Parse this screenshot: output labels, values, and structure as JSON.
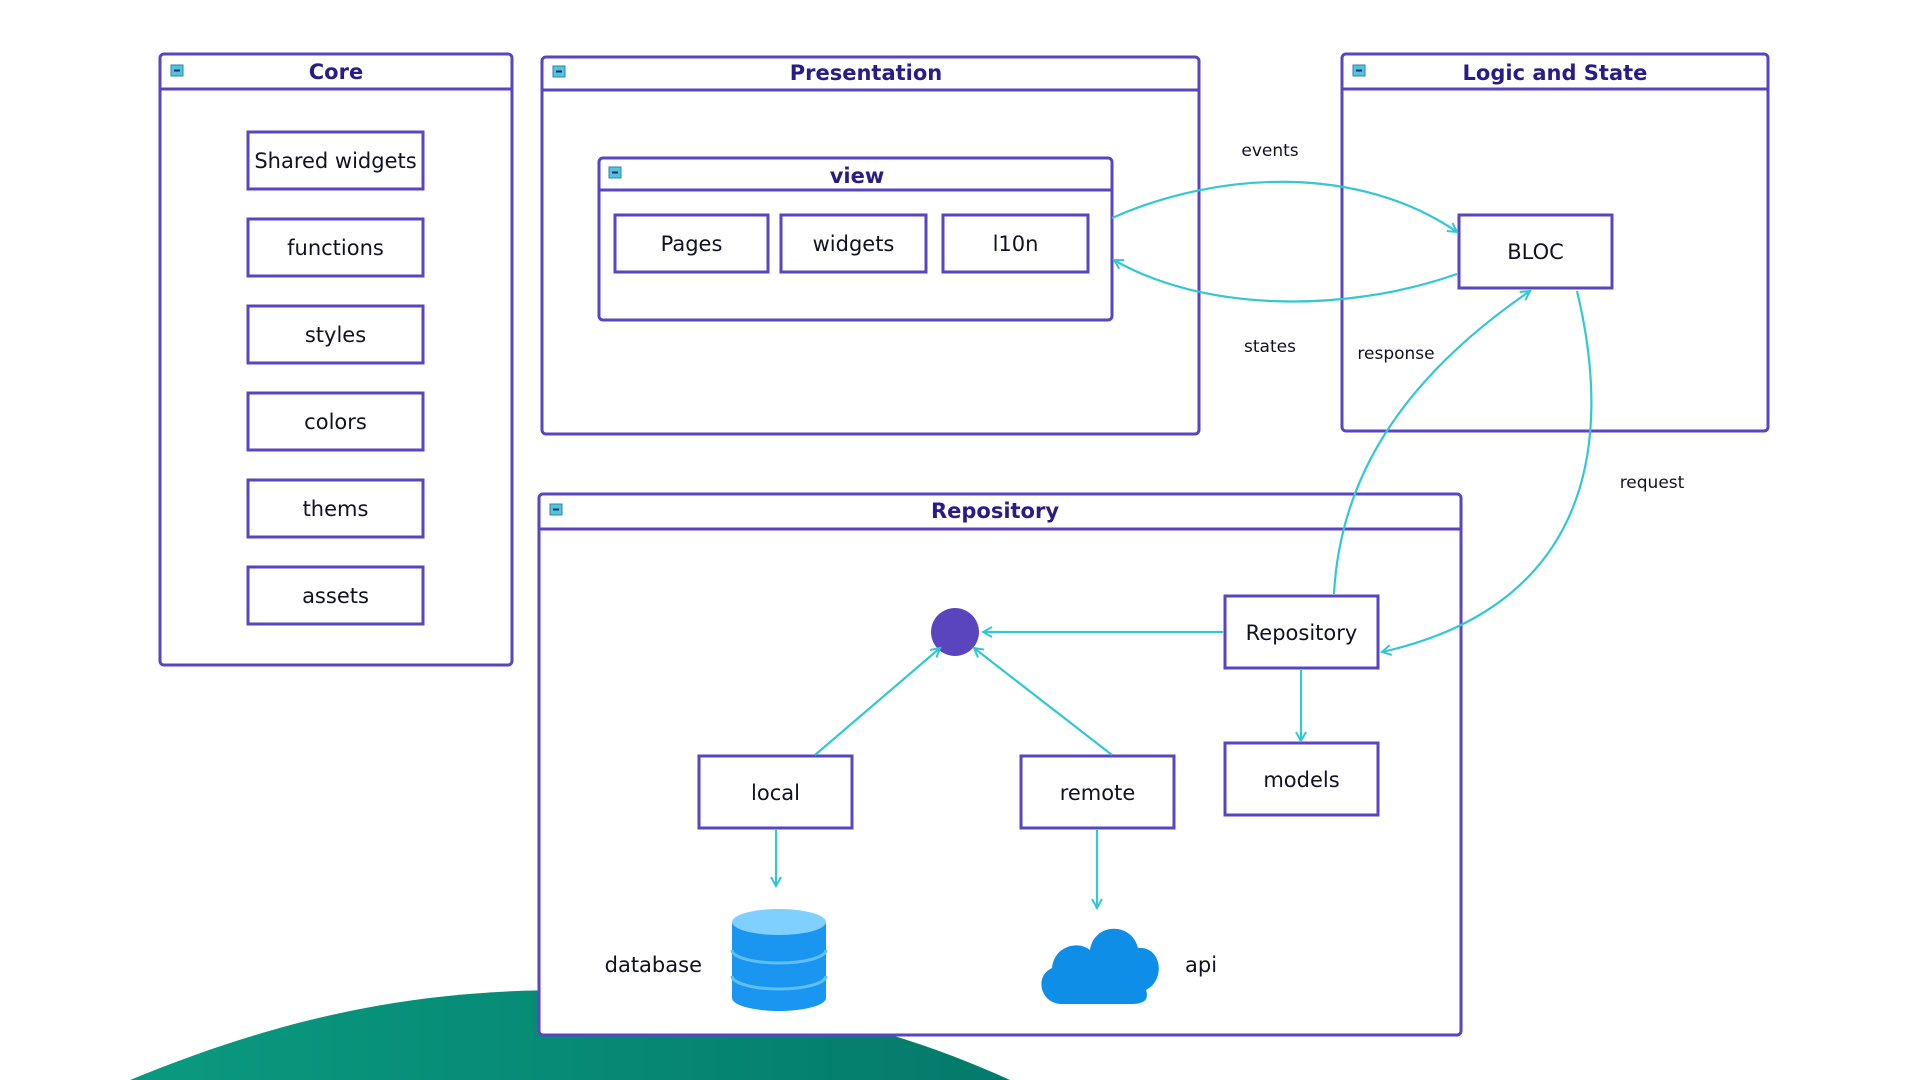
{
  "frames": {
    "core": {
      "title": "Core"
    },
    "presentation": {
      "title": "Presentation"
    },
    "view": {
      "title": "view"
    },
    "logic": {
      "title": "Logic and State"
    },
    "repository": {
      "title": "Repository"
    }
  },
  "core_items": [
    "Shared widgets",
    "functions",
    "styles",
    "colors",
    "thems",
    "assets"
  ],
  "view_items": [
    "Pages",
    "widgets",
    "l10n"
  ],
  "nodes": {
    "bloc": "BLOC",
    "repository": "Repository",
    "models": "models",
    "local": "local",
    "remote": "remote",
    "database": "database",
    "api": "api"
  },
  "edge_labels": {
    "events": "events",
    "states": "states",
    "response": "response",
    "request": "request"
  },
  "colors": {
    "frame_stroke": "#5b45bf",
    "title_text": "#2a1b86",
    "edge": "#33c6d3",
    "junction": "#5b45bf",
    "database": "#1b96f0",
    "cloud": "#0f8ee8",
    "hill_start": "#0a9a80",
    "hill_end": "#047a6b"
  },
  "icons": [
    "collapse-icon",
    "database-icon",
    "cloud-icon"
  ]
}
